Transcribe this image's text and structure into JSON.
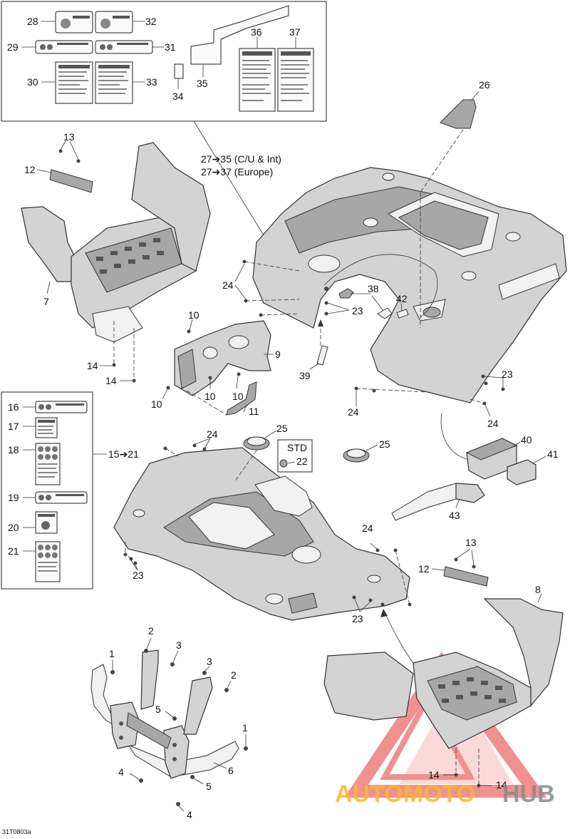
{
  "diagram_code": "31T0803a",
  "watermark": {
    "word_a": "AUTOMOTO",
    "word_b": "HUB",
    "color_a": "#f6b833",
    "color_b": "#8a8a8a",
    "logo_color": "#e53935"
  },
  "range_note": {
    "line1": "27➔35 (C/U & Int)",
    "line2": "27➔37 (Europe)"
  },
  "decal_range": "15➔21",
  "std_label": "STD",
  "labels": {
    "n1a": "1",
    "n1b": "1",
    "n2a": "2",
    "n2b": "2",
    "n3a": "3",
    "n3b": "3",
    "n4a": "4",
    "n4b": "4",
    "n5a": "5",
    "n5b": "5",
    "n6": "6",
    "n7": "7",
    "n8": "8",
    "n9": "9",
    "n10a": "10",
    "n10b": "10",
    "n10c": "10",
    "n10d": "10",
    "n11": "11",
    "n12a": "12",
    "n12b": "12",
    "n13a": "13",
    "n13b": "13",
    "n14a": "14",
    "n14b": "14",
    "n14c": "14",
    "n14d": "14",
    "n16": "16",
    "n17": "17",
    "n18": "18",
    "n19": "19",
    "n20": "20",
    "n21": "21",
    "n22": "22",
    "n23a": "23",
    "n23b": "23",
    "n23c": "23",
    "n23d": "23",
    "n24a": "24",
    "n24b": "24",
    "n24c": "24",
    "n24d": "24",
    "n24e": "24",
    "n25a": "25",
    "n25b": "25",
    "n26": "26",
    "n28": "28",
    "n29": "29",
    "n30": "30",
    "n31": "31",
    "n32": "32",
    "n33": "33",
    "n34": "34",
    "n35": "35",
    "n36": "36",
    "n37": "37",
    "n38": "38",
    "n39": "39",
    "n40": "40",
    "n41": "41",
    "n42": "42",
    "n43": "43"
  }
}
